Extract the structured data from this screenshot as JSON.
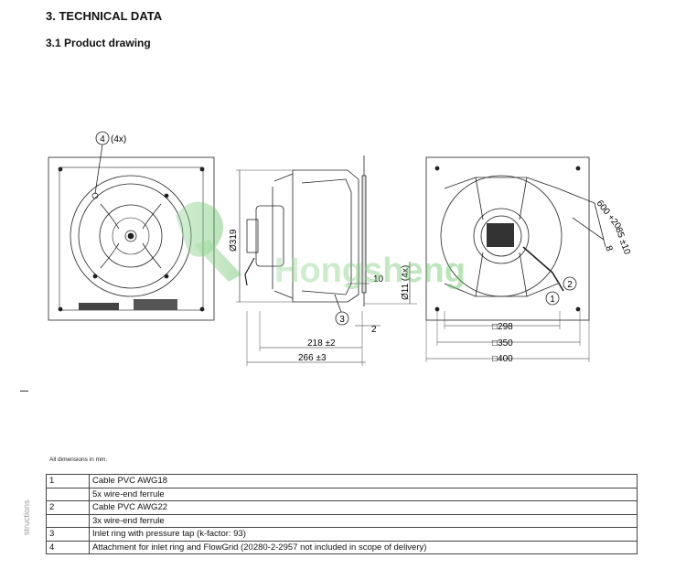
{
  "section": {
    "title": "3. TECHNICAL DATA",
    "subtitle": "3.1 Product drawing"
  },
  "drawing": {
    "callouts": {
      "c4_label": "4",
      "c4_count": "(4x)",
      "c3_label": "3",
      "c1_label": "1",
      "c2_label": "2"
    },
    "dimensions": {
      "diameter": "Ø319",
      "hole": "Ø11 (4x)",
      "d10": "10",
      "d2": "2",
      "d218": "218 ±2",
      "d266": "266 ±3",
      "d600": "600 +20",
      "d85": "85 ±10",
      "d8": "8",
      "sq298": "□298",
      "sq350": "□350",
      "sq400": "□400"
    },
    "watermark": "Hongsheng"
  },
  "note": "All dimensions in mm.",
  "legend": [
    {
      "num": "1",
      "text": "Cable PVC AWG18"
    },
    {
      "num": "",
      "text": "5x wire-end ferrule"
    },
    {
      "num": "2",
      "text": "Cable PVC AWG22"
    },
    {
      "num": "",
      "text": "3x wire-end ferrule"
    },
    {
      "num": "3",
      "text": "Inlet ring with pressure tap (k-factor: 93)"
    },
    {
      "num": "4",
      "text": "Attachment for inlet ring and FlowGrid (20280-2-2957 not included in scope of delivery)"
    }
  ],
  "side_text": "structions",
  "colors": {
    "watermark": "#7cc87c",
    "line": "#222222"
  }
}
